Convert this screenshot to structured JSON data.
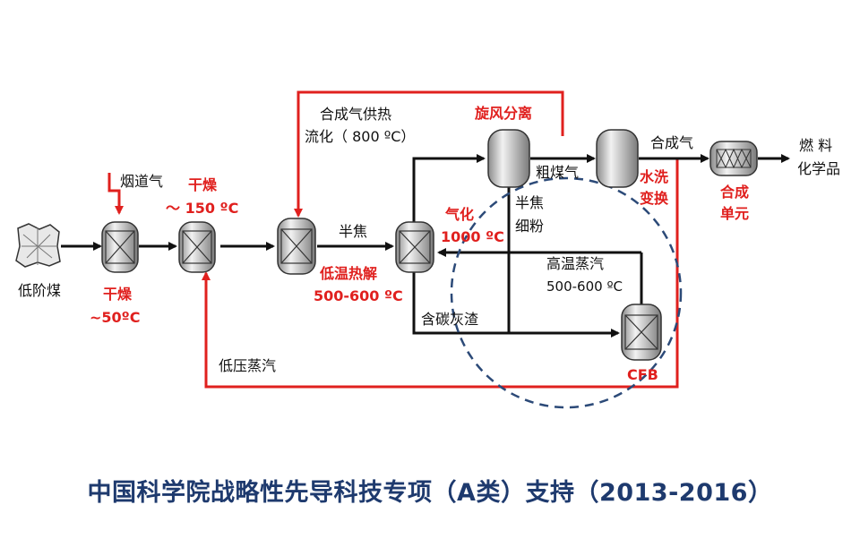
{
  "colors": {
    "flow_black": "#111111",
    "flow_red": "#e0201e",
    "caption": "#1e3a6e",
    "circle": "#2c4a78",
    "vessel_body": "#c9c9c9"
  },
  "labels": {
    "low_rank_coal": "低阶煤",
    "flue_gas": "烟道气",
    "dry1": "干燥",
    "dry1_temp": "~50ºC",
    "dry2": "干燥",
    "dry2_temp": "～ 150 ºC",
    "syngas_heat": "合成气供热",
    "fluidize": "流化（ 800 ºC）",
    "semicoke": "半焦",
    "pyrolysis": "低温热解",
    "pyrolysis_temp": "500-600 ºC",
    "gasify": "气化",
    "gasify_temp": "1000 ºC",
    "cyclone": "旋风分离",
    "crude_gas": "粗煤气",
    "semicoke_fines_1": "半焦",
    "semicoke_fines_2": "细粉",
    "water_wash": "水洗",
    "shift": "变换",
    "syngas": "合成气",
    "synthesis_unit_1": "合成",
    "synthesis_unit_2": "单元",
    "fuel": "燃  料",
    "chemicals": "化学品",
    "hp_steam": "高温蒸汽",
    "hp_steam_temp": "500-600 ºC",
    "carbon_ash": "含碳灰渣",
    "low_pressure_steam": "低压蒸汽",
    "cfb": "CFB"
  },
  "caption": "中国科学院战略性先导科技专项（A类）支持（2013-2016）"
}
